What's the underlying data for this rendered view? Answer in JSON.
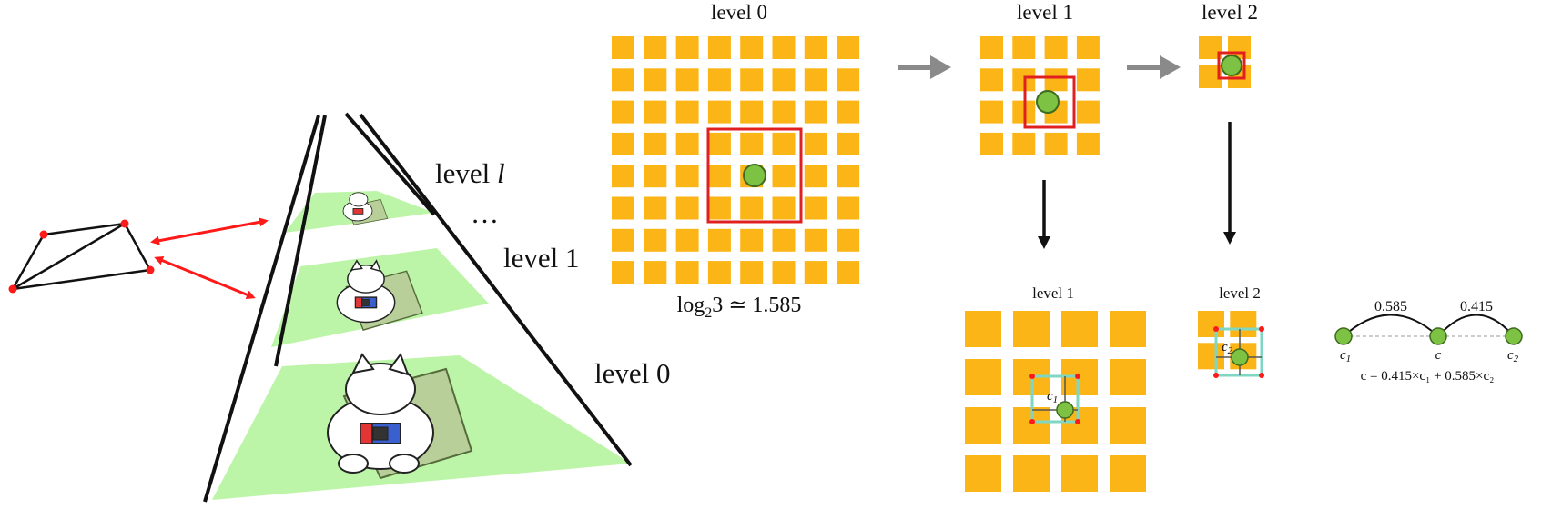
{
  "pyramid": {
    "labels": {
      "level_l_prefix": "level ",
      "level_l_var": "l",
      "ellipsis": "…",
      "level_1": "level 1",
      "level_0": "level 0"
    }
  },
  "grids": {
    "level0": {
      "label": "level 0",
      "n": 8,
      "caption_base": "log",
      "caption_sub": "2",
      "caption_rest": "3 ≃ 1.585"
    },
    "level1": {
      "label": "level 1",
      "n": 4
    },
    "level2": {
      "label": "level 2",
      "n": 2
    }
  },
  "detail": {
    "level1": {
      "label": "level 1",
      "n": 4,
      "corner_label": "c",
      "corner_sub": "1"
    },
    "level2": {
      "label": "level 2",
      "n": 2,
      "corner_label": "c",
      "corner_sub": "2"
    }
  },
  "interp": {
    "w_left": "0.585",
    "w_right": "0.415",
    "c1": "c",
    "c1_sub": "1",
    "c": "c",
    "c2": "c",
    "c2_sub": "2",
    "formula": "c = 0.415×c₁ + 0.585×c₂"
  },
  "colors": {
    "cell": "#fbb516",
    "plane": "#bdf5a8",
    "point": "#7dc243",
    "box": "#e02020",
    "arrow_red": "#ff1a1a",
    "arrow_gray": "#8a8a8a",
    "cyan": "#7fd6c2"
  }
}
